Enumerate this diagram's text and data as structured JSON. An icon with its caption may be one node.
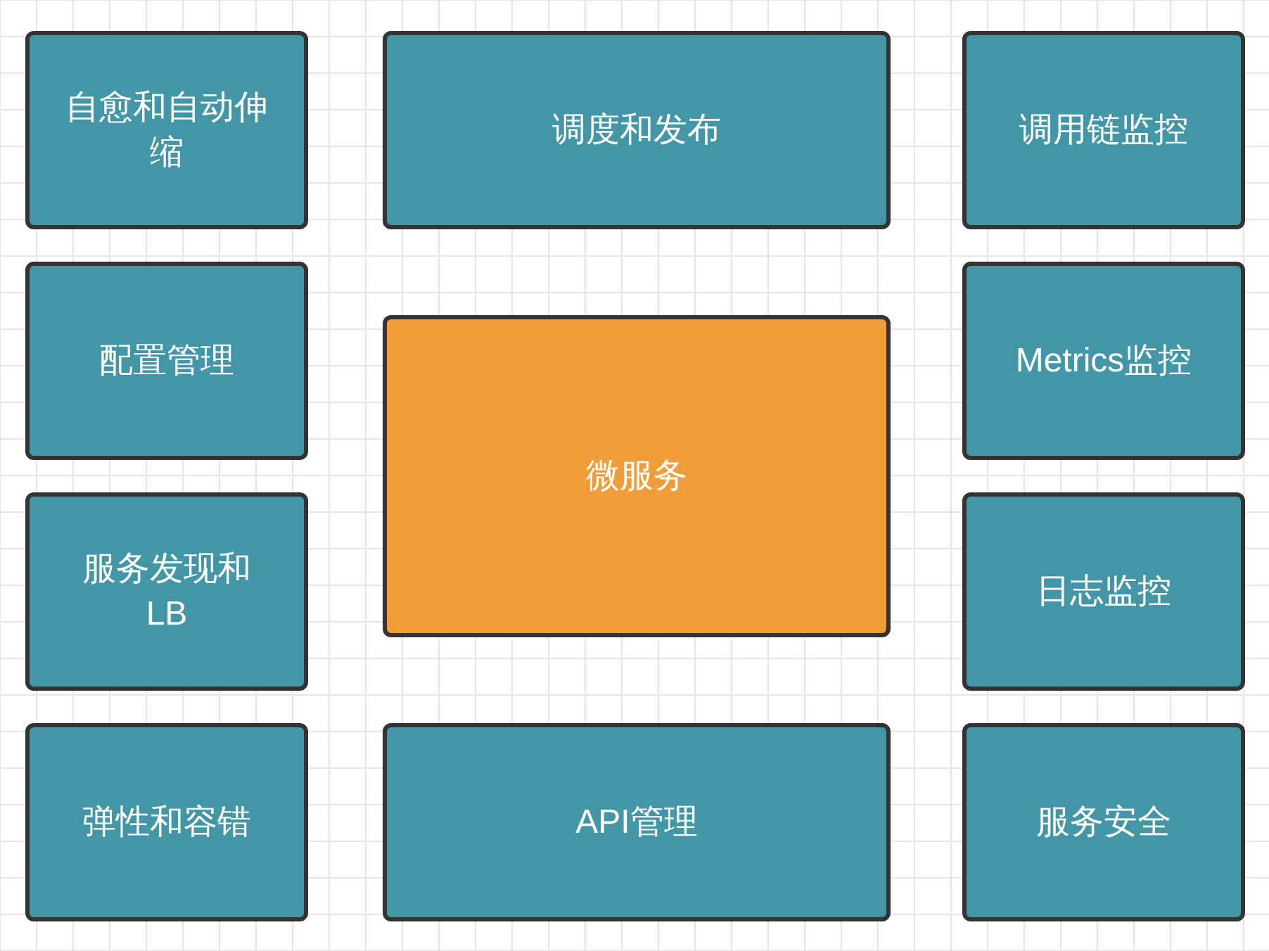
{
  "diagram": {
    "nodes": [
      {
        "text": [
          "自愈和自动伸缩"
        ]
      },
      {
        "text": [
          "调度和发布"
        ]
      },
      {
        "text": [
          "调用链监控"
        ]
      },
      {
        "text": [
          "配置管理"
        ]
      },
      {
        "text": [
          "微服务"
        ]
      },
      {
        "text": [
          "Metrics监控"
        ]
      },
      {
        "text": [
          "服务发现和LB"
        ]
      },
      {
        "text": [
          "日志监控"
        ]
      },
      {
        "text": [
          "弹性和容错"
        ]
      },
      {
        "text": [
          "API管理"
        ]
      },
      {
        "text": [
          "服务安全"
        ]
      }
    ]
  }
}
